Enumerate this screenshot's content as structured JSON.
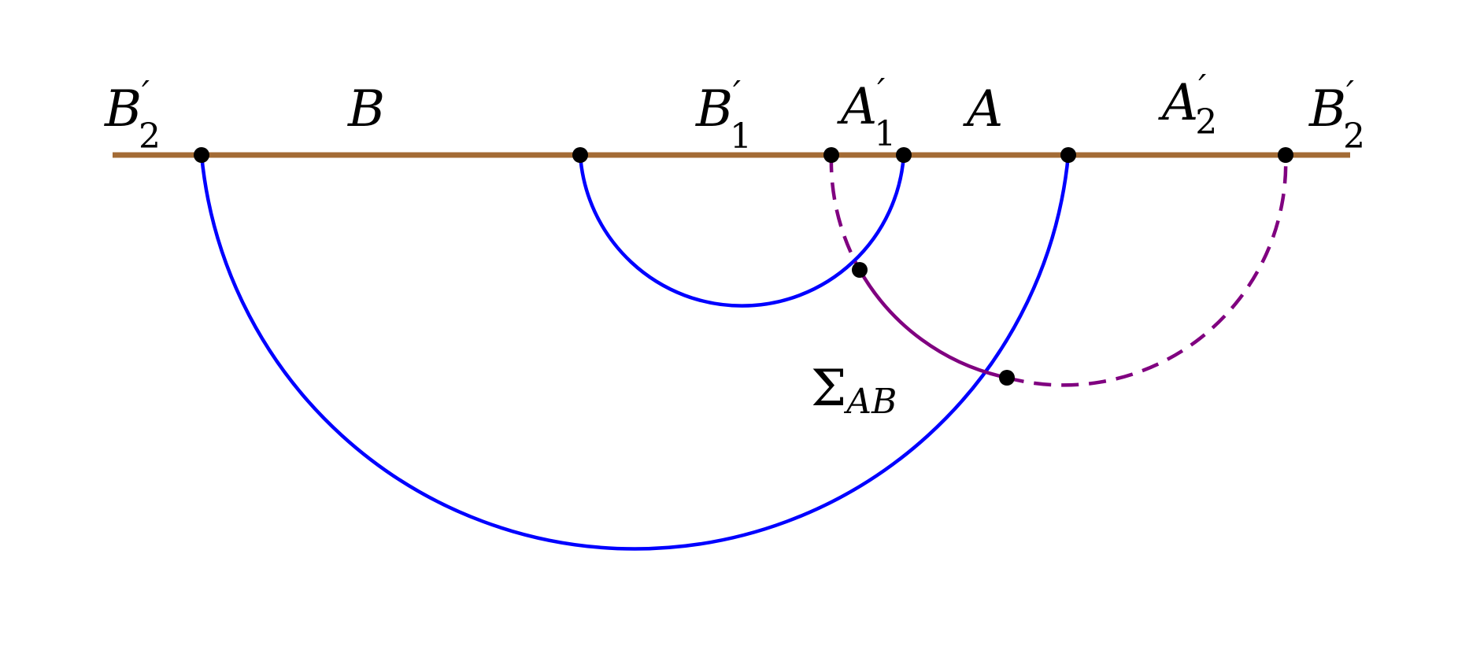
{
  "colors": {
    "boundary_line": "#a36b35",
    "geodesic": "#0000ff",
    "surface": "#800080",
    "point": "#000000"
  },
  "labels": {
    "B2_left": {
      "base": "B",
      "prime": "′",
      "sub": "2"
    },
    "B": {
      "base": "B"
    },
    "B1p": {
      "base": "B",
      "prime": "′",
      "sub": "1"
    },
    "A1p": {
      "base": "A",
      "prime": "′",
      "sub": "1"
    },
    "A": {
      "base": "A"
    },
    "A2p": {
      "base": "A",
      "prime": "′",
      "sub": "2"
    },
    "B2_right": {
      "base": "B",
      "prime": "′",
      "sub": "2"
    },
    "sigma": {
      "base": "Σ",
      "sub": "AB"
    }
  }
}
